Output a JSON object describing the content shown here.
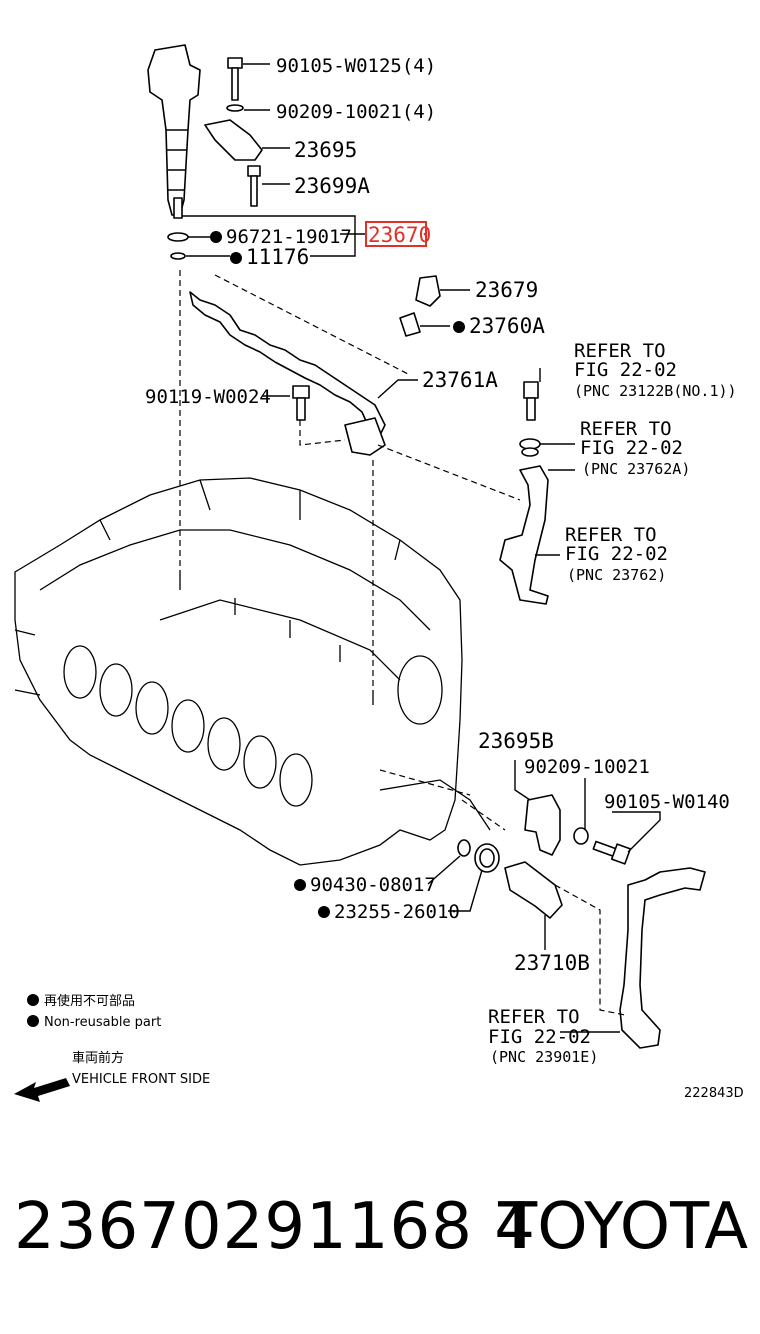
{
  "labels": {
    "bolt_top": "90105-W0125(4)",
    "washer_top": "90209-10021(4)",
    "clamp": "23695",
    "stud": "23699A",
    "oring": "96721-19017",
    "highlight": "23670",
    "gasket": "11176",
    "union": "23679",
    "clip": "23760A",
    "pipe": "23761A",
    "bolt_pipe": "90119-W0024",
    "bracket_b": "23695B",
    "washer_b": "90209-10021",
    "bolt_b": "90105-W0140",
    "ring_a": "90430-08017",
    "ring_b": "23255-26010",
    "sensor": "23710B"
  },
  "refers": [
    {
      "l1": "REFER TO",
      "l2": "FIG 22-02",
      "l3": "(PNC 23122B(NO.1))"
    },
    {
      "l1": "REFER TO",
      "l2": "FIG 22-02",
      "l3": "(PNC 23762A)"
    },
    {
      "l1": "REFER TO",
      "l2": "FIG 22-02",
      "l3": "(PNC 23762)"
    },
    {
      "l1": "REFER TO",
      "l2": "FIG 22-02",
      "l3": "(PNC 23901E)"
    }
  ],
  "legend": {
    "jp": "再使用不可部品",
    "en": "Non-reusable part",
    "front_jp": "車両前方",
    "front_en": "VEHICLE FRONT SIDE"
  },
  "figure_code": "222843D",
  "footer": {
    "part_number": "23670291168 4",
    "brand": "TOYOTA"
  },
  "colors": {
    "highlight": "#e0302a",
    "ink": "#000000"
  }
}
